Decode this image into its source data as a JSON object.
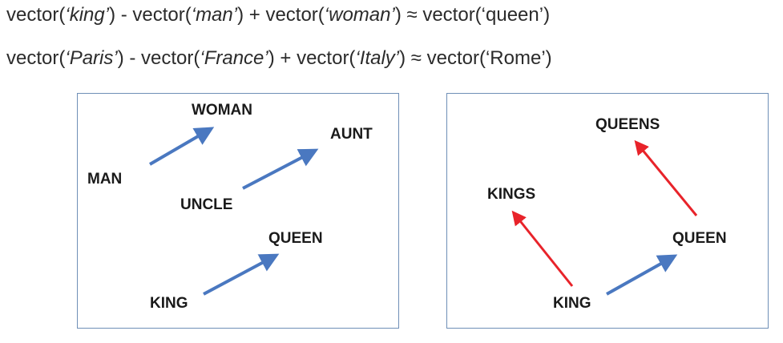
{
  "equations": {
    "eq1": {
      "p1": "vector(",
      "w1": "‘king’",
      "p2": ") - vector(",
      "w2": "‘man’",
      "p3": ") + vector(",
      "w3": "‘woman’",
      "p4": ")  ≈ vector(‘queen’)"
    },
    "eq2": {
      "p1": "vector(",
      "w1": "‘Paris’",
      "p2": ") - vector(",
      "w2": "‘France’",
      "p3": ") + vector(",
      "w3": "‘Italy’",
      "p4": ") ≈ vector(‘Rome’)"
    }
  },
  "left_panel": {
    "labels": {
      "woman": "WOMAN",
      "man": "MAN",
      "aunt": "AUNT",
      "uncle": "UNCLE",
      "queen": "QUEEN",
      "king": "KING"
    },
    "arrow_color": "#4a78c0"
  },
  "right_panel": {
    "labels": {
      "queens": "QUEENS",
      "kings": "KINGS",
      "queen": "QUEEN",
      "king": "KING"
    },
    "blue_arrow_color": "#4a78c0",
    "red_arrow_color": "#e8232a"
  }
}
